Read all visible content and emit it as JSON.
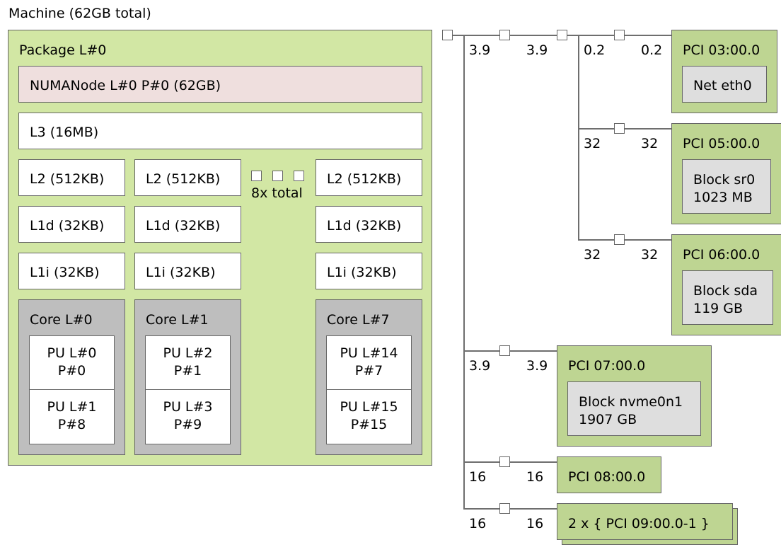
{
  "machine": {
    "label": "Machine (62GB total)"
  },
  "package": {
    "label": "Package L#0",
    "numa": "NUMANode L#0 P#0 (62GB)",
    "l3": "L3 (16MB)",
    "collapsed_label": "8x total",
    "columns": [
      {
        "l2": "L2 (512KB)",
        "l1d": "L1d (32KB)",
        "l1i": "L1i (32KB)",
        "core": "Core L#0",
        "pus": [
          [
            "PU L#0",
            "P#0"
          ],
          [
            "PU L#1",
            "P#8"
          ]
        ]
      },
      {
        "l2": "L2 (512KB)",
        "l1d": "L1d (32KB)",
        "l1i": "L1i (32KB)",
        "core": "Core L#1",
        "pus": [
          [
            "PU L#2",
            "P#1"
          ],
          [
            "PU L#3",
            "P#9"
          ]
        ]
      },
      {
        "l2": "L2 (512KB)",
        "l1d": "L1d (32KB)",
        "l1i": "L1i (32KB)",
        "core": "Core L#7",
        "pus": [
          [
            "PU L#14",
            "P#7"
          ],
          [
            "PU L#15",
            "P#15"
          ]
        ]
      }
    ]
  },
  "io": {
    "host_bridge_link": {
      "up": "3.9",
      "down": "3.9"
    },
    "bridge_link": {
      "up": "3.9",
      "down": "3.9"
    },
    "devices": [
      {
        "pci": "PCI 03:00.0",
        "child": [
          "Net eth0"
        ],
        "up": "0.2",
        "down": "0.2"
      },
      {
        "pci": "PCI 05:00.0",
        "child": [
          "Block sr0",
          "1023 MB"
        ],
        "up": "32",
        "down": "32"
      },
      {
        "pci": "PCI 06:00.0",
        "child": [
          "Block sda",
          "119 GB"
        ],
        "up": "32",
        "down": "32"
      },
      {
        "pci": "PCI 07:00.0",
        "child": [
          "Block nvme0n1",
          "1907 GB"
        ],
        "up": "3.9",
        "down": "3.9"
      },
      {
        "pci": "PCI 08:00.0",
        "child": [],
        "up": "16",
        "down": "16"
      },
      {
        "pci": "2 x { PCI 09:00.0-1 }",
        "child": [],
        "up": "16",
        "down": "16"
      }
    ]
  },
  "colors": {
    "package": "#d2e7a4",
    "numa": "#efdfde",
    "cache": "#ffffff",
    "core": "#bebebe",
    "pci": "#bed592",
    "device": "#dedede",
    "border": "#666666"
  }
}
